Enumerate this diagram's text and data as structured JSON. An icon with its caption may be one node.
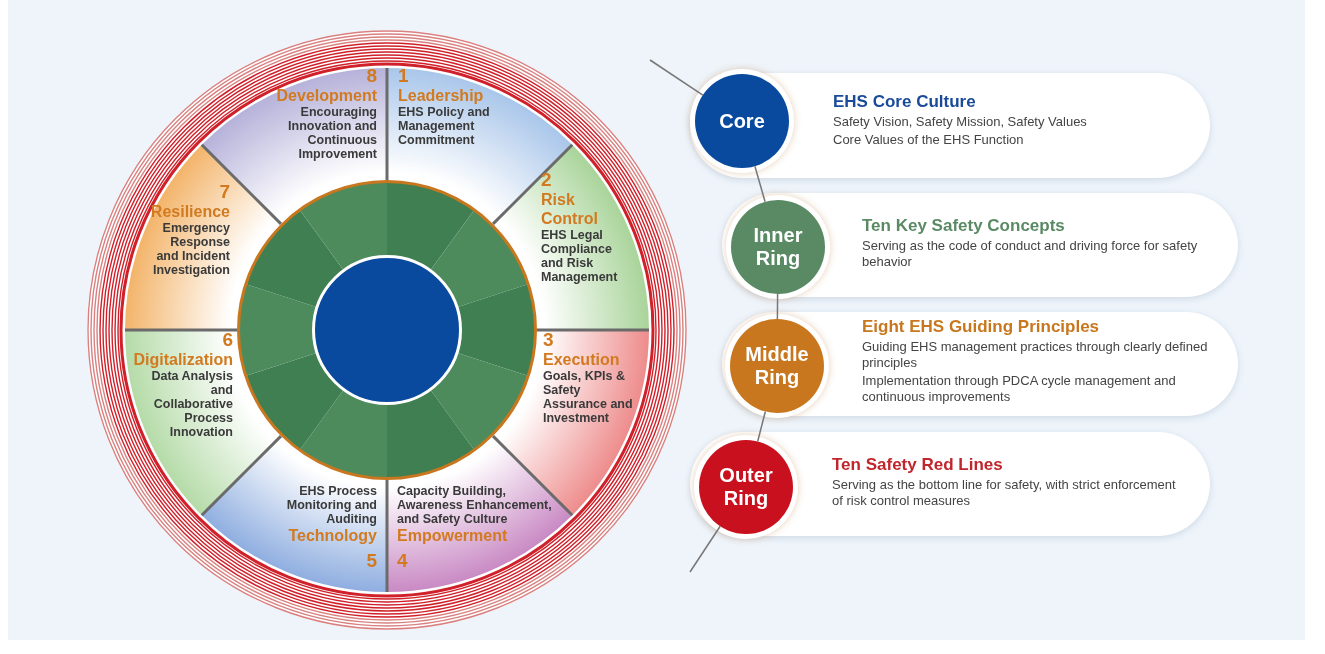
{
  "diagram": {
    "nodes": [
      {
        "text": [
          "1",
          "Leadership",
          "EHS Policy and Management Commitment"
        ]
      },
      {
        "text": [
          "2",
          "Risk Control",
          "EHS Legal Compliance and Risk Management"
        ]
      },
      {
        "text": [
          "3",
          "Execution",
          "Goals, KPIs & Safety Assurance and Investment"
        ]
      },
      {
        "text": [
          "Capacity Building, Awareness Enhancement, and Safety Culture",
          "Empowerment",
          "4"
        ]
      },
      {
        "text": [
          "EHS Process Monitoring and Auditing",
          "Technology",
          "5"
        ]
      },
      {
        "text": [
          "6",
          "Digitalization",
          "Data Analysis and Collaborative Process Innovation"
        ]
      },
      {
        "text": [
          "7",
          "Resilience",
          "Emergency Response and Incident Investigation"
        ]
      },
      {
        "text": [
          "8",
          "Development",
          "Encouraging Innovation and Continuous Improvement"
        ]
      },
      {
        "text": [],
        "shape": "circle"
      },
      {
        "text": [],
        "shape": "circle",
        "in": 8
      },
      {
        "text": [
          "EHS Core Culture",
          "Safety Vision, Safety Mission, Safety Values",
          "Core Values of the EHS Function"
        ]
      },
      {
        "text": [
          "Core"
        ],
        "in": 10
      },
      {
        "text": [
          "Ten Key Safety Concepts",
          "Serving as the code of conduct and driving force for safety behavior"
        ]
      },
      {
        "text": [
          "Inner Ring"
        ],
        "in": 12
      },
      {
        "text": [
          "Eight EHS Guiding Principles",
          "Guiding EHS management practices through clearly defined principles",
          "Implementation through PDCA cycle management and continuous improvements"
        ]
      },
      {
        "text": [
          "Middle Ring"
        ],
        "in": 14
      },
      {
        "text": [
          "Ten Safety Red Lines",
          "Serving as the bottom line for safety, with strict enforcement of risk control measures"
        ]
      },
      {
        "text": [
          "Outer Ring"
        ],
        "in": 16
      }
    ],
    "edges": [
      {
        "from": null,
        "to": 11,
        "arrow": "none"
      },
      {
        "from": 11,
        "to": 13,
        "arrow": "none"
      },
      {
        "from": 13,
        "to": 15,
        "arrow": "none"
      },
      {
        "from": 15,
        "to": 17,
        "arrow": "none"
      },
      {
        "from": 17,
        "to": null,
        "arrow": "none"
      }
    ]
  }
}
